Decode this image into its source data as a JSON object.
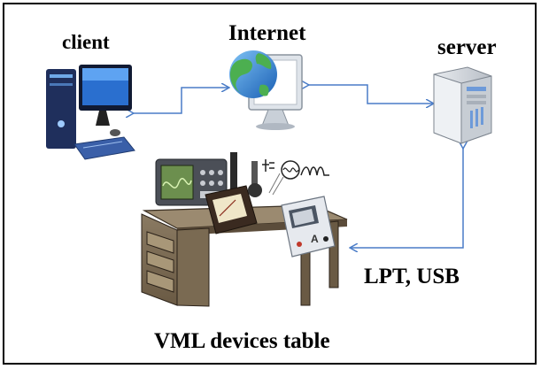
{
  "labels": {
    "client": "client",
    "internet": "Internet",
    "server": "server",
    "connection": "LPT, USB",
    "table": "VML devices table"
  },
  "icons": {
    "client": "desktop-computer-icon",
    "internet": "globe-monitor-icon",
    "server": "server-tower-icon",
    "devices": "lab-instruments-icon",
    "table": "desk-icon"
  },
  "colors": {
    "arrow": "#4a7cc7",
    "frame": "#000000"
  }
}
